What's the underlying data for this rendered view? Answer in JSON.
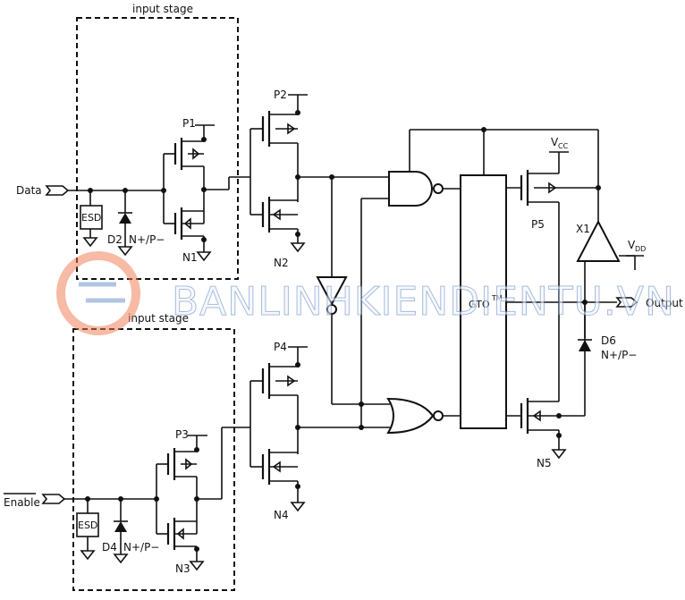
{
  "labels": {
    "stage_top": "input stage",
    "stage_bottom": "input stage",
    "data": "Data",
    "enable": "Enable",
    "output": "Output",
    "gto": "GTO",
    "gto_sup": "TM",
    "x1": "X1",
    "vcc": "V",
    "vcc_sub": "CC",
    "vdd": "V",
    "vdd_sub": "DD",
    "esd_top": "ESD",
    "esd_bottom": "ESD",
    "d2": "D2",
    "d2_type": "N+/P−",
    "d4": "D4",
    "d4_type": "N+/P−",
    "d6": "D6",
    "d6_type": "N+/P−",
    "p1": "P1",
    "n1": "N1",
    "p2": "P2",
    "n2": "N2",
    "p3": "P3",
    "n3": "N3",
    "p4": "P4",
    "n4": "N4",
    "p5": "P5",
    "n5": "N5"
  },
  "watermark": "BANLINHKIENDIENTU.VN",
  "colors": {
    "wire": "#111111",
    "watermark_orange": "#ef7b52",
    "watermark_blue": "#6d8fc9"
  }
}
